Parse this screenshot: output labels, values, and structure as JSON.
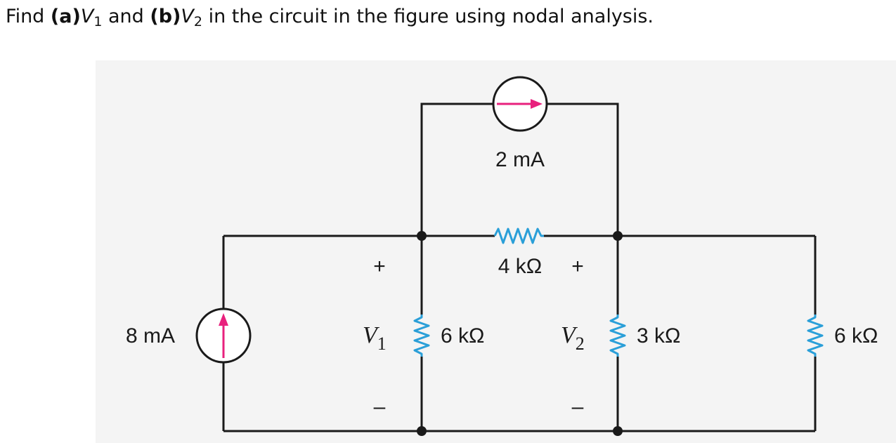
{
  "question": {
    "find": "Find",
    "part_a": "(a)",
    "v1_letter": "V",
    "v1_sub": "1",
    "and": "and",
    "part_b": "(b)",
    "v2_letter": "V",
    "v2_sub": "2",
    "rest": "in the circuit in the figure using nodal analysis."
  },
  "circuit": {
    "source_top": "2 mA",
    "resistor_top": "4 kΩ",
    "source_left": "8 mA",
    "resistor_v1": "6 kΩ",
    "resistor_v2": "3 kΩ",
    "resistor_right": "6 kΩ",
    "v1_letter": "V",
    "v1_sub": "1",
    "v2_letter": "V",
    "v2_sub": "2",
    "plus": "+",
    "minus": "–"
  },
  "colors": {
    "wire": "#1a1a1a",
    "resistor": "#2a9fd8",
    "arrow": "#e8217d",
    "background_figure": "#f4f4f4"
  }
}
